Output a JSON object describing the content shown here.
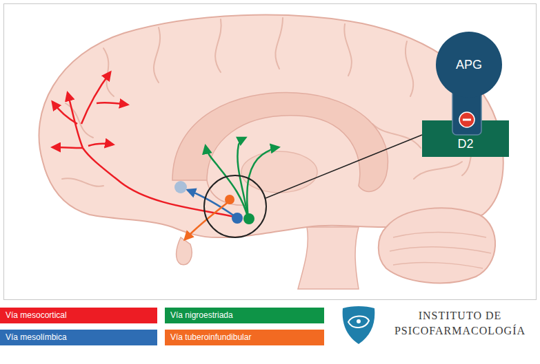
{
  "diagram": {
    "nodes": [
      {
        "text": [
          "APG"
        ]
      },
      {
        "text": [
          "D2"
        ]
      }
    ],
    "labels": [
      "INSTITUTO DE PSICOFARMACOLOGÍA"
    ],
    "legend": [
      {
        "text": "Vía mesocortical",
        "color": "#ed1c24"
      },
      {
        "text": "Vía mesolímbica",
        "color": "#2e6db4"
      },
      {
        "text": "Vía nigroestriada",
        "color": "#0e9447"
      },
      {
        "text": "Vía tuberoinfundibular",
        "color": "#f26a22"
      }
    ]
  }
}
